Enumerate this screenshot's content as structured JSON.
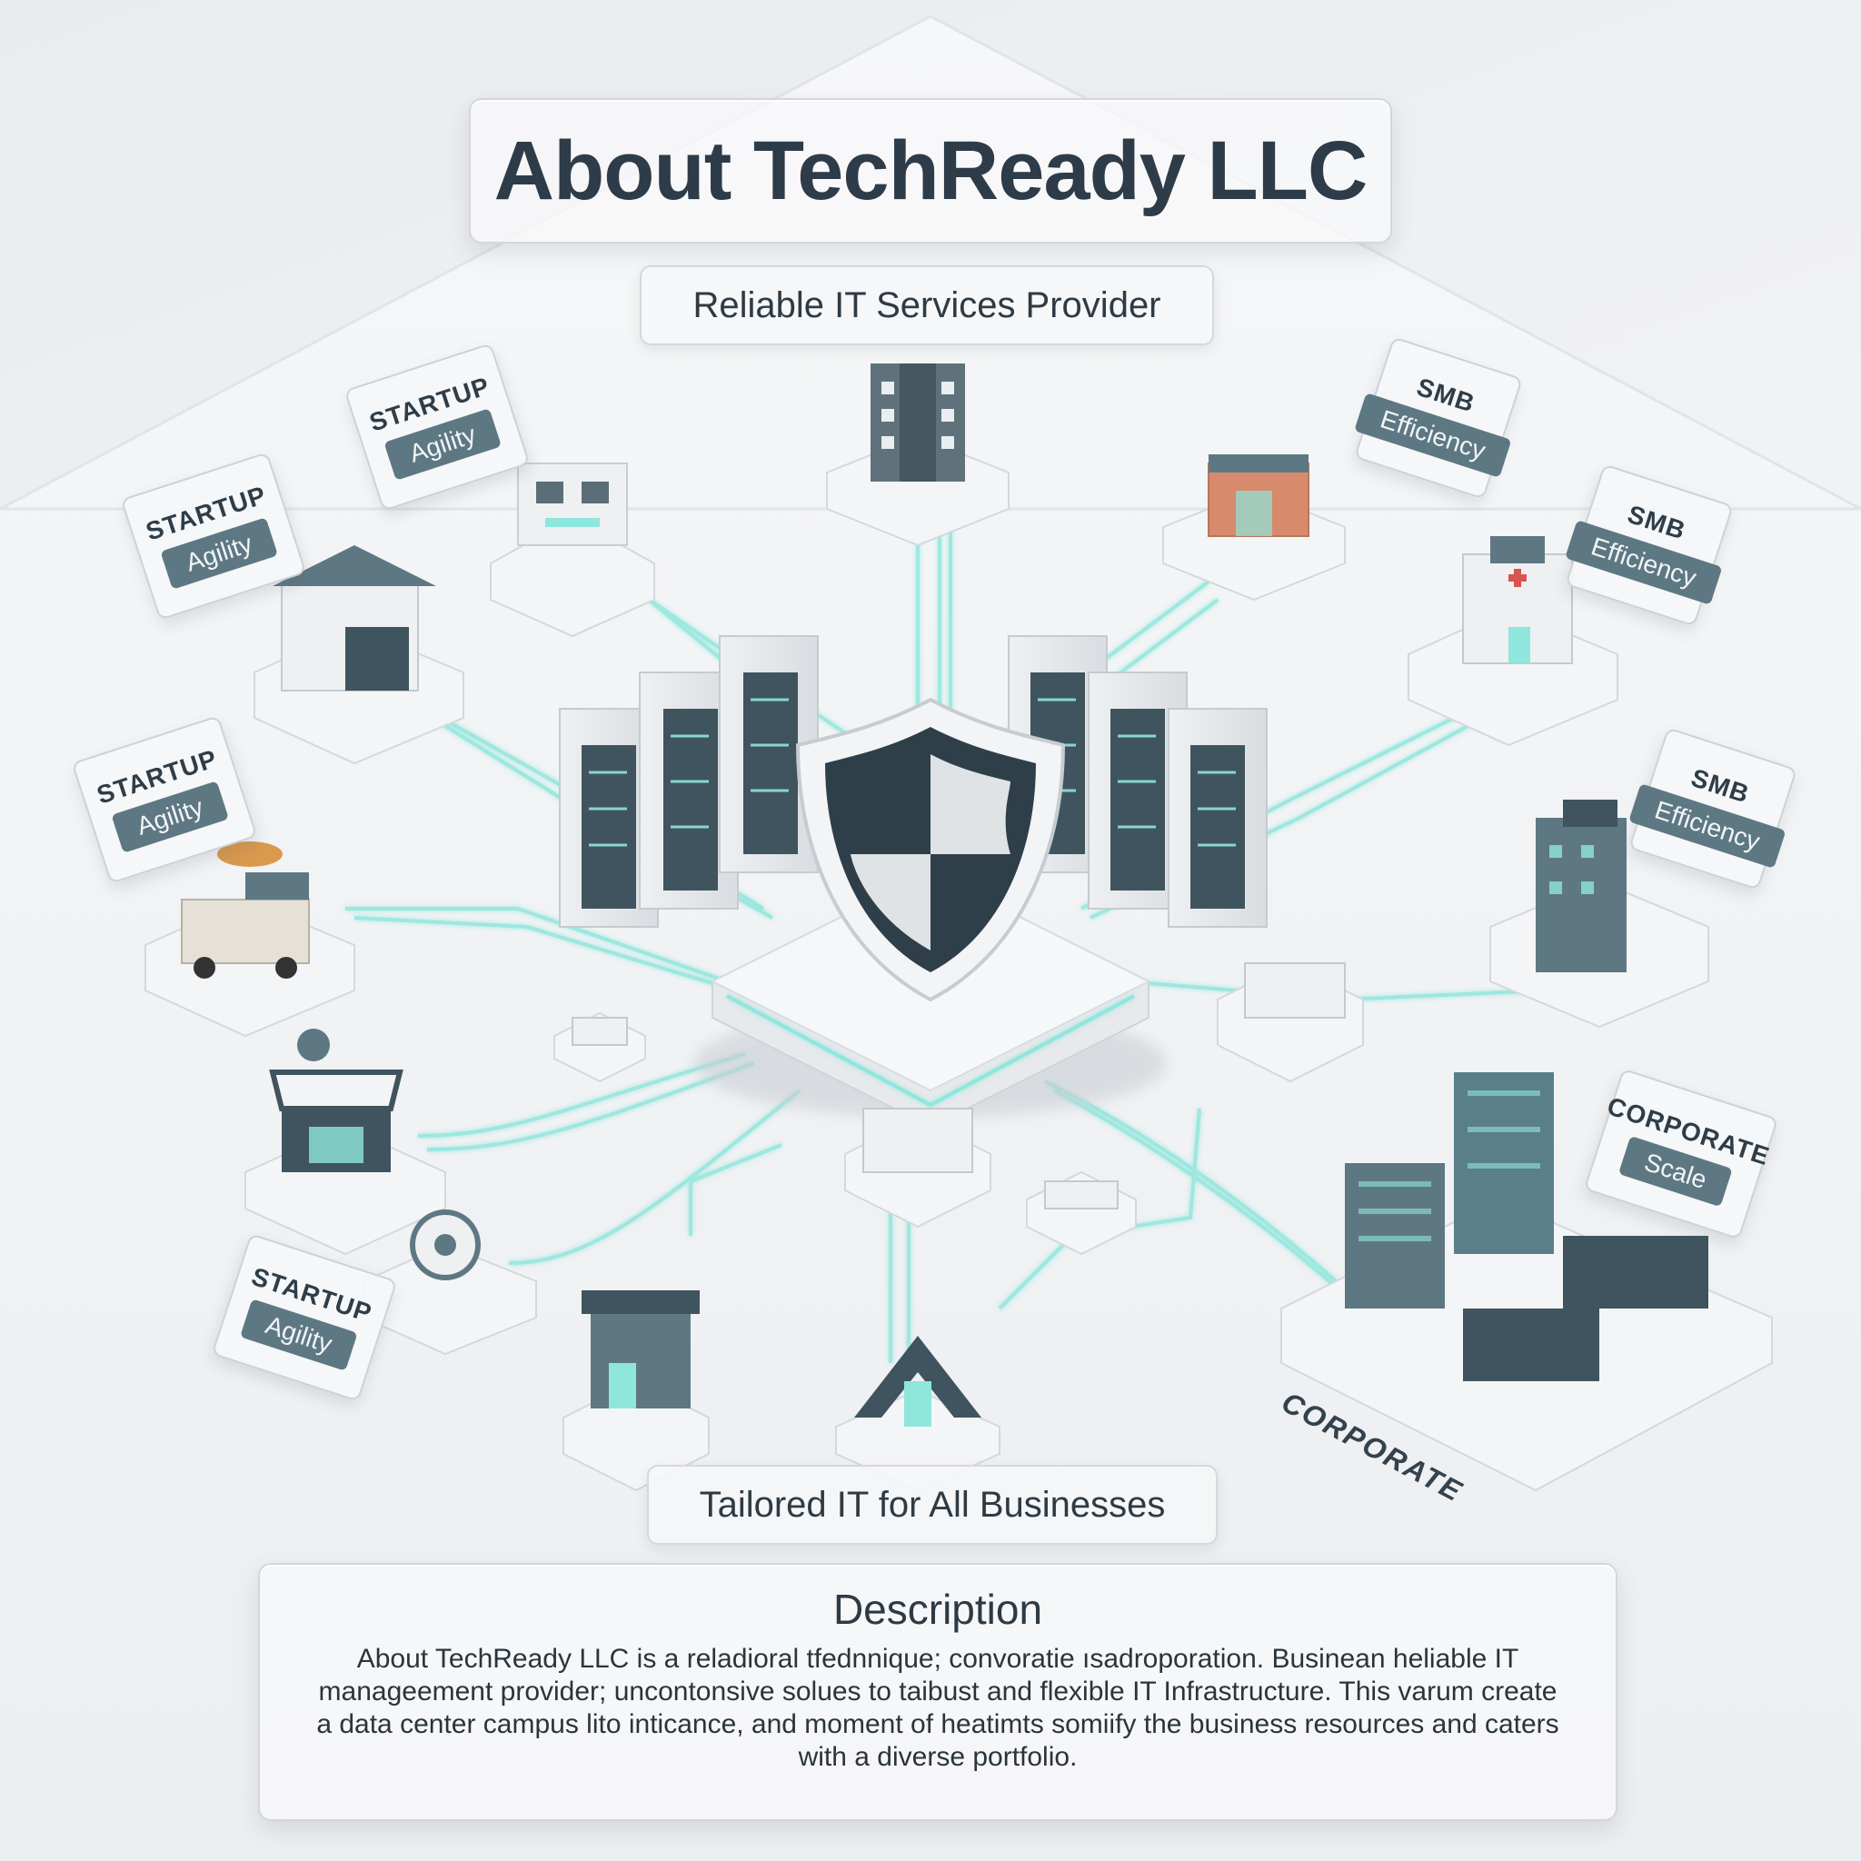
{
  "header": {
    "title": "About TechReady LLC",
    "subtitle": "Reliable IT Services Provider"
  },
  "tagline": "Tailored IT for All Businesses",
  "segments": {
    "startup": {
      "label": "STARTUP",
      "value": "Agility"
    },
    "smb": {
      "label": "SMB",
      "value": "Efficiency"
    },
    "corporate": {
      "label": "CORPORATE",
      "value": "Scale",
      "floor_label": "CORPORATE"
    }
  },
  "description": {
    "heading": "Description",
    "body": "About TechReady LLC is a reladioral tfednnique; convoratie ısadroporation. Businean heliable IT manageement provider; uncontonsive solues to taibust and flexible IT Infrastructure. This varum create a data center campus lito inticance, and moment of heatimts somiify the business resources and caters with a diverse portfolio."
  },
  "colors": {
    "accent_glow": "#7fe3d8",
    "slate": "#5b6e78",
    "dark_slate": "#2e3c47",
    "platform": "#f4f5f7"
  },
  "icons": [
    "shield-icon",
    "server-rack-icon",
    "office-building-icon",
    "retail-store-icon",
    "hospital-icon",
    "garage-icon",
    "food-truck-icon",
    "storefront-icon",
    "clinic-icon",
    "location-pin-icon",
    "router-icon",
    "tower-building-icon",
    "data-center-icon"
  ]
}
